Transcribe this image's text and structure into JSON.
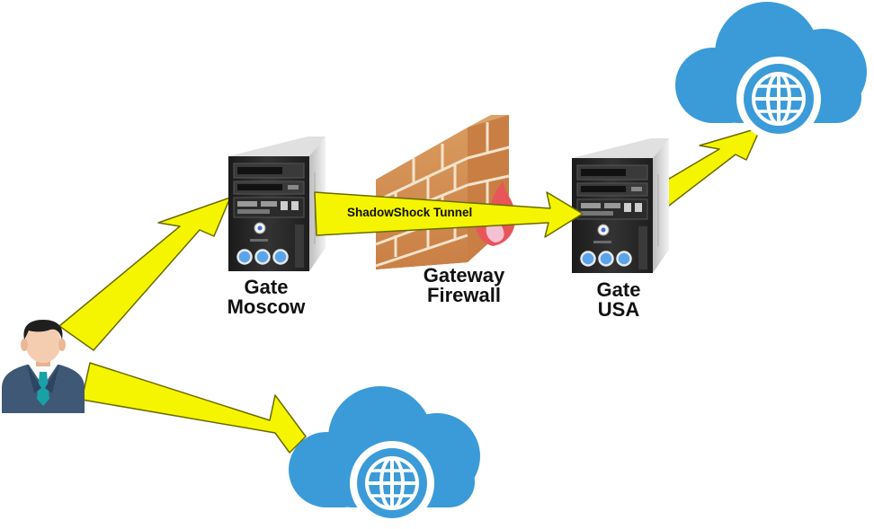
{
  "nodes": {
    "gate_moscow": {
      "line1": "Gate",
      "line2": "Moscow"
    },
    "gateway_firewall": {
      "line1": "Gateway",
      "line2": "Firewall"
    },
    "gate_usa": {
      "line1": "Gate",
      "line2": "USA"
    }
  },
  "edges": {
    "tunnel_label": "ShadowShock Tunnel"
  },
  "icons": {
    "user": "user-icon",
    "server": "server-tower-icon",
    "firewall": "brick-firewall-icon",
    "cloud": "cloud-globe-icon",
    "arrow": "lightning-arrow-icon"
  },
  "colors": {
    "arrow_fill": "#f5f500",
    "arrow_stroke": "#6a6a00",
    "cloud": "#3b9bd8",
    "server_body": "#d8d8d8",
    "server_front": "#262626",
    "brick": "#d68f4f",
    "flame": "#e8565a"
  }
}
